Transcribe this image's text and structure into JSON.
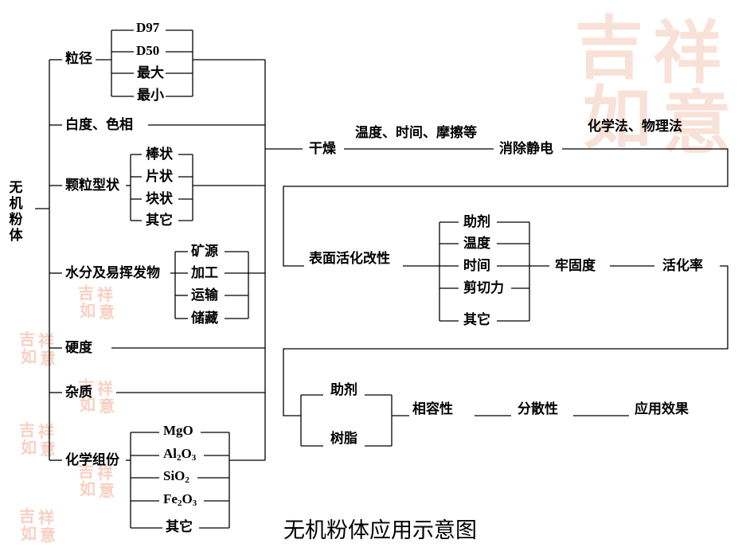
{
  "root": {
    "chars": [
      "无",
      "机",
      "粉",
      "体"
    ]
  },
  "left": {
    "particle_size": {
      "label": "粒径",
      "items": [
        "D97",
        "D50",
        "最大",
        "最小"
      ]
    },
    "whiteness": {
      "label": "白度、色相"
    },
    "particle_shape": {
      "label": "颗粒型状",
      "items": [
        "棒状",
        "片状",
        "块状",
        "其它"
      ]
    },
    "moisture": {
      "label": "水分及易挥发物",
      "items": [
        "矿源",
        "加工",
        "运输",
        "储藏"
      ]
    },
    "hardness": {
      "label": "硬度"
    },
    "impurity": {
      "label": "杂质"
    },
    "chemistry": {
      "label": "化学组份",
      "items": [
        {
          "base": "MgO",
          "parts": [
            [
              "MgO",
              ""
            ]
          ]
        },
        {
          "base": "Al2O3",
          "parts": [
            [
              "Al",
              "2"
            ],
            [
              "O",
              "3"
            ]
          ]
        },
        {
          "base": "SiO2",
          "parts": [
            [
              "SiO",
              "2"
            ]
          ]
        },
        {
          "base": "Fe2O3",
          "parts": [
            [
              "Fe",
              "2"
            ],
            [
              "O",
              "3"
            ]
          ]
        },
        {
          "base": "其它",
          "parts": [
            [
              "其它",
              ""
            ]
          ]
        }
      ]
    }
  },
  "flow": {
    "dry": "干燥",
    "dry_note": "温度、时间、摩擦等",
    "antistatic": "消除静电",
    "antistatic_note": "化学法、物理法",
    "activation": "表面活化改性",
    "activation_factors": [
      "助剂",
      "温度",
      "时间",
      "剪切力",
      "其它"
    ],
    "firmness": "牢固度",
    "activation_rate": "活化率",
    "blend_inputs": [
      "助剂",
      "树脂"
    ],
    "compatibility": "相容性",
    "dispersion": "分散性",
    "application": "应用效果"
  },
  "title": "无机粉体应用示意图",
  "watermark": {
    "chars": [
      "吉",
      "祥",
      "如",
      "意"
    ]
  },
  "colors": {
    "line": "#000000",
    "watermark": "#f3b79c"
  }
}
